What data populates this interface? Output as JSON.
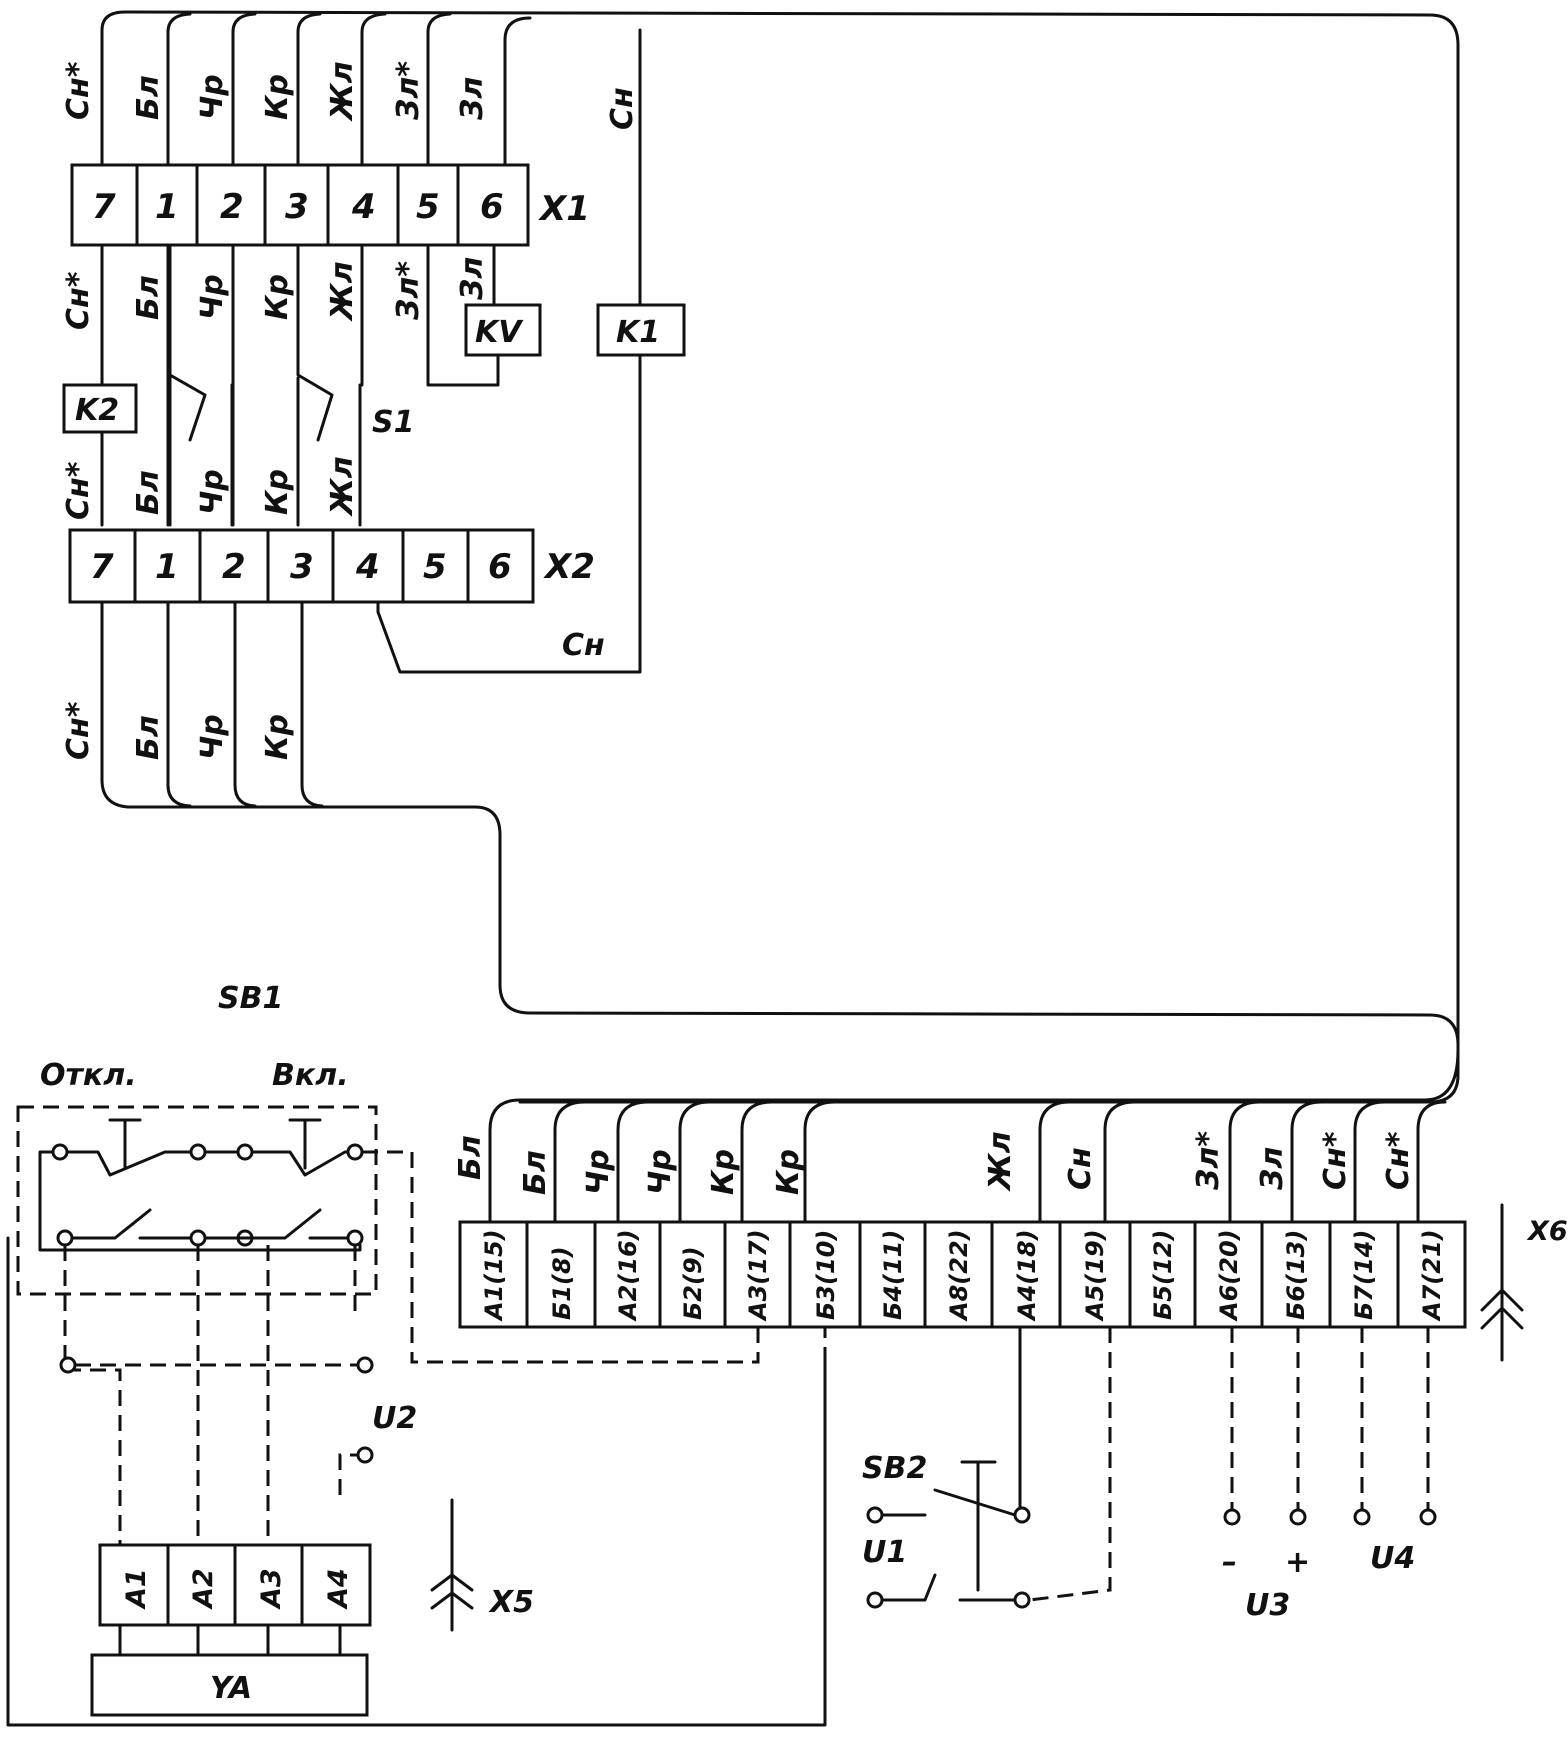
{
  "wires_top": [
    "Сн*",
    "Бл",
    "Чр",
    "Кр",
    "Жл",
    "Зл*",
    "Зл",
    "Сн"
  ],
  "wires_mid": [
    "Сн*",
    "Бл",
    "Чр",
    "Кр",
    "Жл",
    "Зл*",
    "Зл"
  ],
  "wires_low": [
    "Сн*",
    "Бл",
    "Чр",
    "Кр",
    "Жл"
  ],
  "wires_bottom": [
    "Сн*",
    "Бл",
    "Чр",
    "Кр"
  ],
  "x1": {
    "label": "X1",
    "terminals": [
      "7",
      "1",
      "2",
      "3",
      "4",
      "5",
      "6"
    ]
  },
  "x2": {
    "label": "X2",
    "terminals": [
      "7",
      "1",
      "2",
      "3",
      "4",
      "5",
      "6"
    ]
  },
  "x2_return_wire": "Сн",
  "relays": {
    "kv": "KV",
    "k1": "K1",
    "k2": "K2"
  },
  "switch_s1": "S1",
  "sb1": {
    "label": "SB1",
    "off": "Откл.",
    "on": "Вкл."
  },
  "x6": {
    "label": "X6",
    "wires": [
      "Бл",
      "Бл",
      "Чр",
      "Чр",
      "Кр",
      "Кр",
      "",
      "",
      "Жл",
      "Сн",
      "Зл*",
      "Зл",
      "Сн*",
      "Сн*"
    ],
    "pins": [
      "A1(15)",
      "Б1(8)",
      "A2(16)",
      "Б2(9)",
      "A3(17)",
      "Б3(10)",
      "Б4(11)",
      "A8(22)",
      "A4(18)",
      "A5(19)",
      "Б5(12)",
      "A6(20)",
      "Б6(13)",
      "Б7(14)",
      "A7(21)"
    ]
  },
  "x5": {
    "label": "X5",
    "pins": [
      "A1",
      "A2",
      "A3",
      "A4"
    ],
    "device": "YA"
  },
  "outputs": {
    "u1": "U1",
    "u2": "U2",
    "u3": "U3",
    "u4": "U4",
    "minus": "–",
    "plus": "+"
  },
  "sb2": "SB2"
}
